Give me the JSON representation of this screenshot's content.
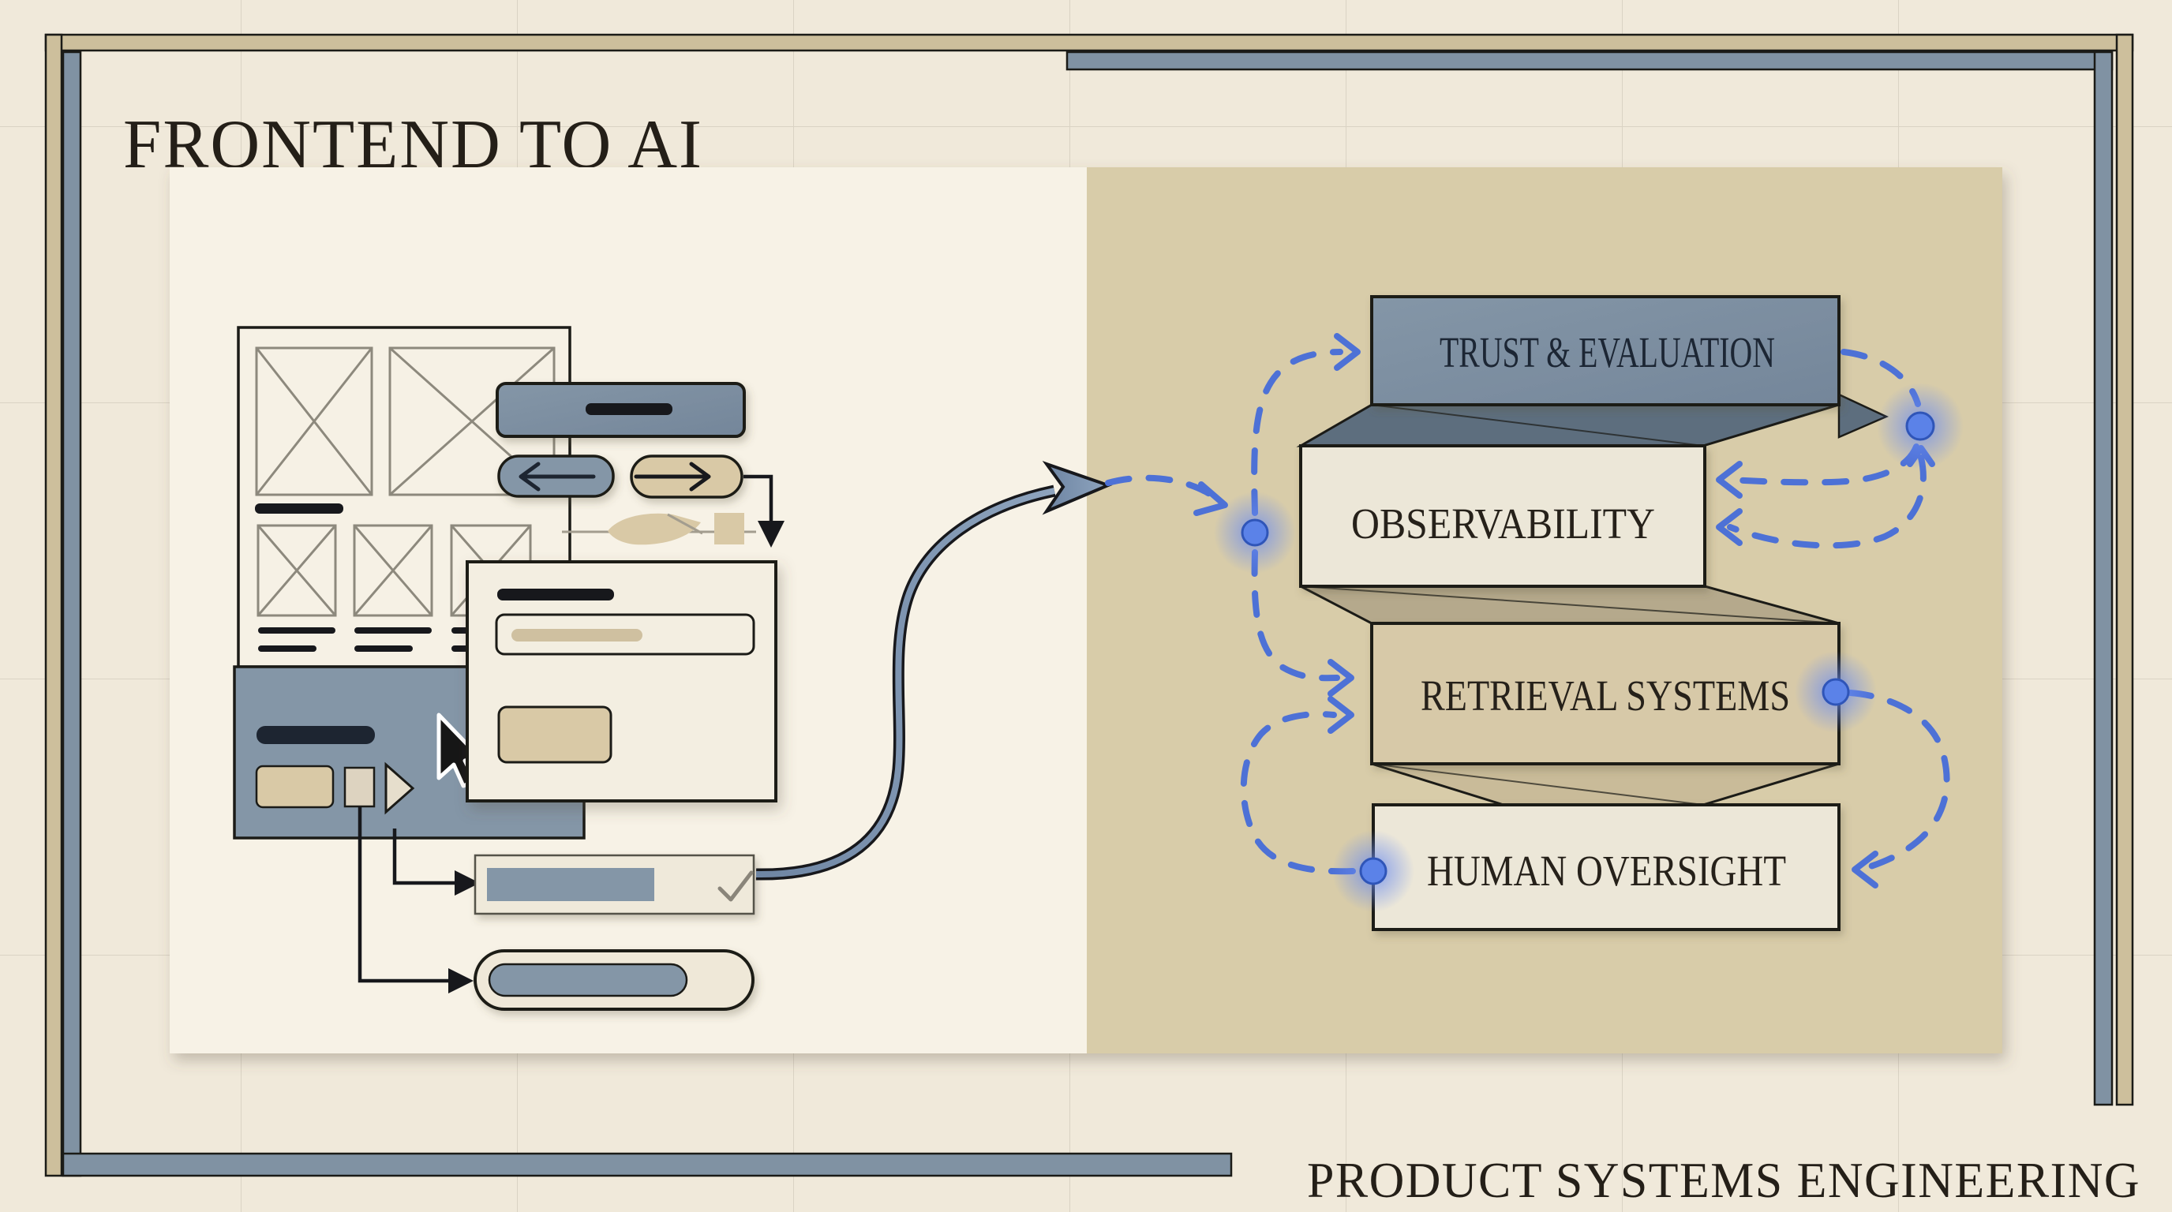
{
  "header": {
    "title": "FRONTEND TO AI"
  },
  "footer": {
    "caption": "PRODUCT SYSTEMS ENGINEERING"
  },
  "stack": {
    "layers": [
      {
        "label": "TRUST & EVALUATION"
      },
      {
        "label": "OBSERVABILITY"
      },
      {
        "label": "RETRIEVAL SYSTEMS"
      },
      {
        "label": "HUMAN OVERSIGHT"
      }
    ]
  },
  "wireframe": {
    "description_icons": [
      "image-placeholder-icon",
      "back-arrow-icon",
      "forward-arrow-icon",
      "play-icon",
      "cursor-icon",
      "checkmark-icon",
      "leaf-icon",
      "down-arrow-icon",
      "progress-bar",
      "text-input",
      "modal-dialog"
    ]
  },
  "colors": {
    "background": "#f0e9da",
    "panel_left": "#f7f2e6",
    "panel_right": "#d8cca9",
    "frame_tan": "#cdbf9c",
    "frame_slate": "#8092a3",
    "slate": "#8496a7",
    "slate_box": "#7e8fa0",
    "slate_dark": "#5d6e7e",
    "navy": "#1d2531",
    "ink_bar": "#17181c",
    "tan": "#d9c9a6",
    "tan_box": "#d7c9a8",
    "tan_dark": "#b5a98c",
    "tan_mid": "#c9bb99",
    "cream_box": "#ece7d8",
    "accent_blue": "#4d71d6",
    "dot_blue": "#5b82e8"
  }
}
